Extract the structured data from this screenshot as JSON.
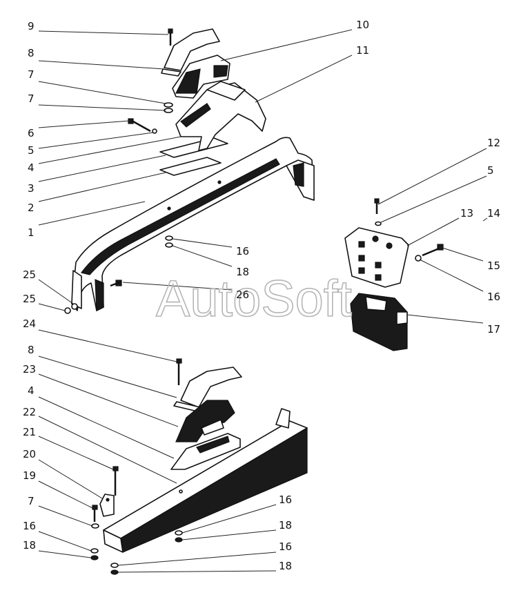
{
  "watermark": "AutoSoft",
  "labels": {
    "l9": "9",
    "l8a": "8",
    "l7a": "7",
    "l7b": "7",
    "l6": "6",
    "l5a": "5",
    "l4a": "4",
    "l3": "3",
    "l2": "2",
    "l1": "1",
    "l10": "10",
    "l11": "11",
    "l12": "12",
    "l5b": "5",
    "l13": "13",
    "l14": "14",
    "l15": "15",
    "l16a": "16",
    "l17": "17",
    "l16b": "16",
    "l18a": "18",
    "l26": "26",
    "l25a": "25",
    "l25b": "25",
    "l24": "24",
    "l8b": "8",
    "l23": "23",
    "l4b": "4",
    "l22": "22",
    "l21": "21",
    "l20": "20",
    "l19": "19",
    "l7c": "7",
    "l16c": "16",
    "l18b": "18",
    "l16d": "16",
    "l18c": "18",
    "l16e": "16",
    "l18d": "18"
  }
}
